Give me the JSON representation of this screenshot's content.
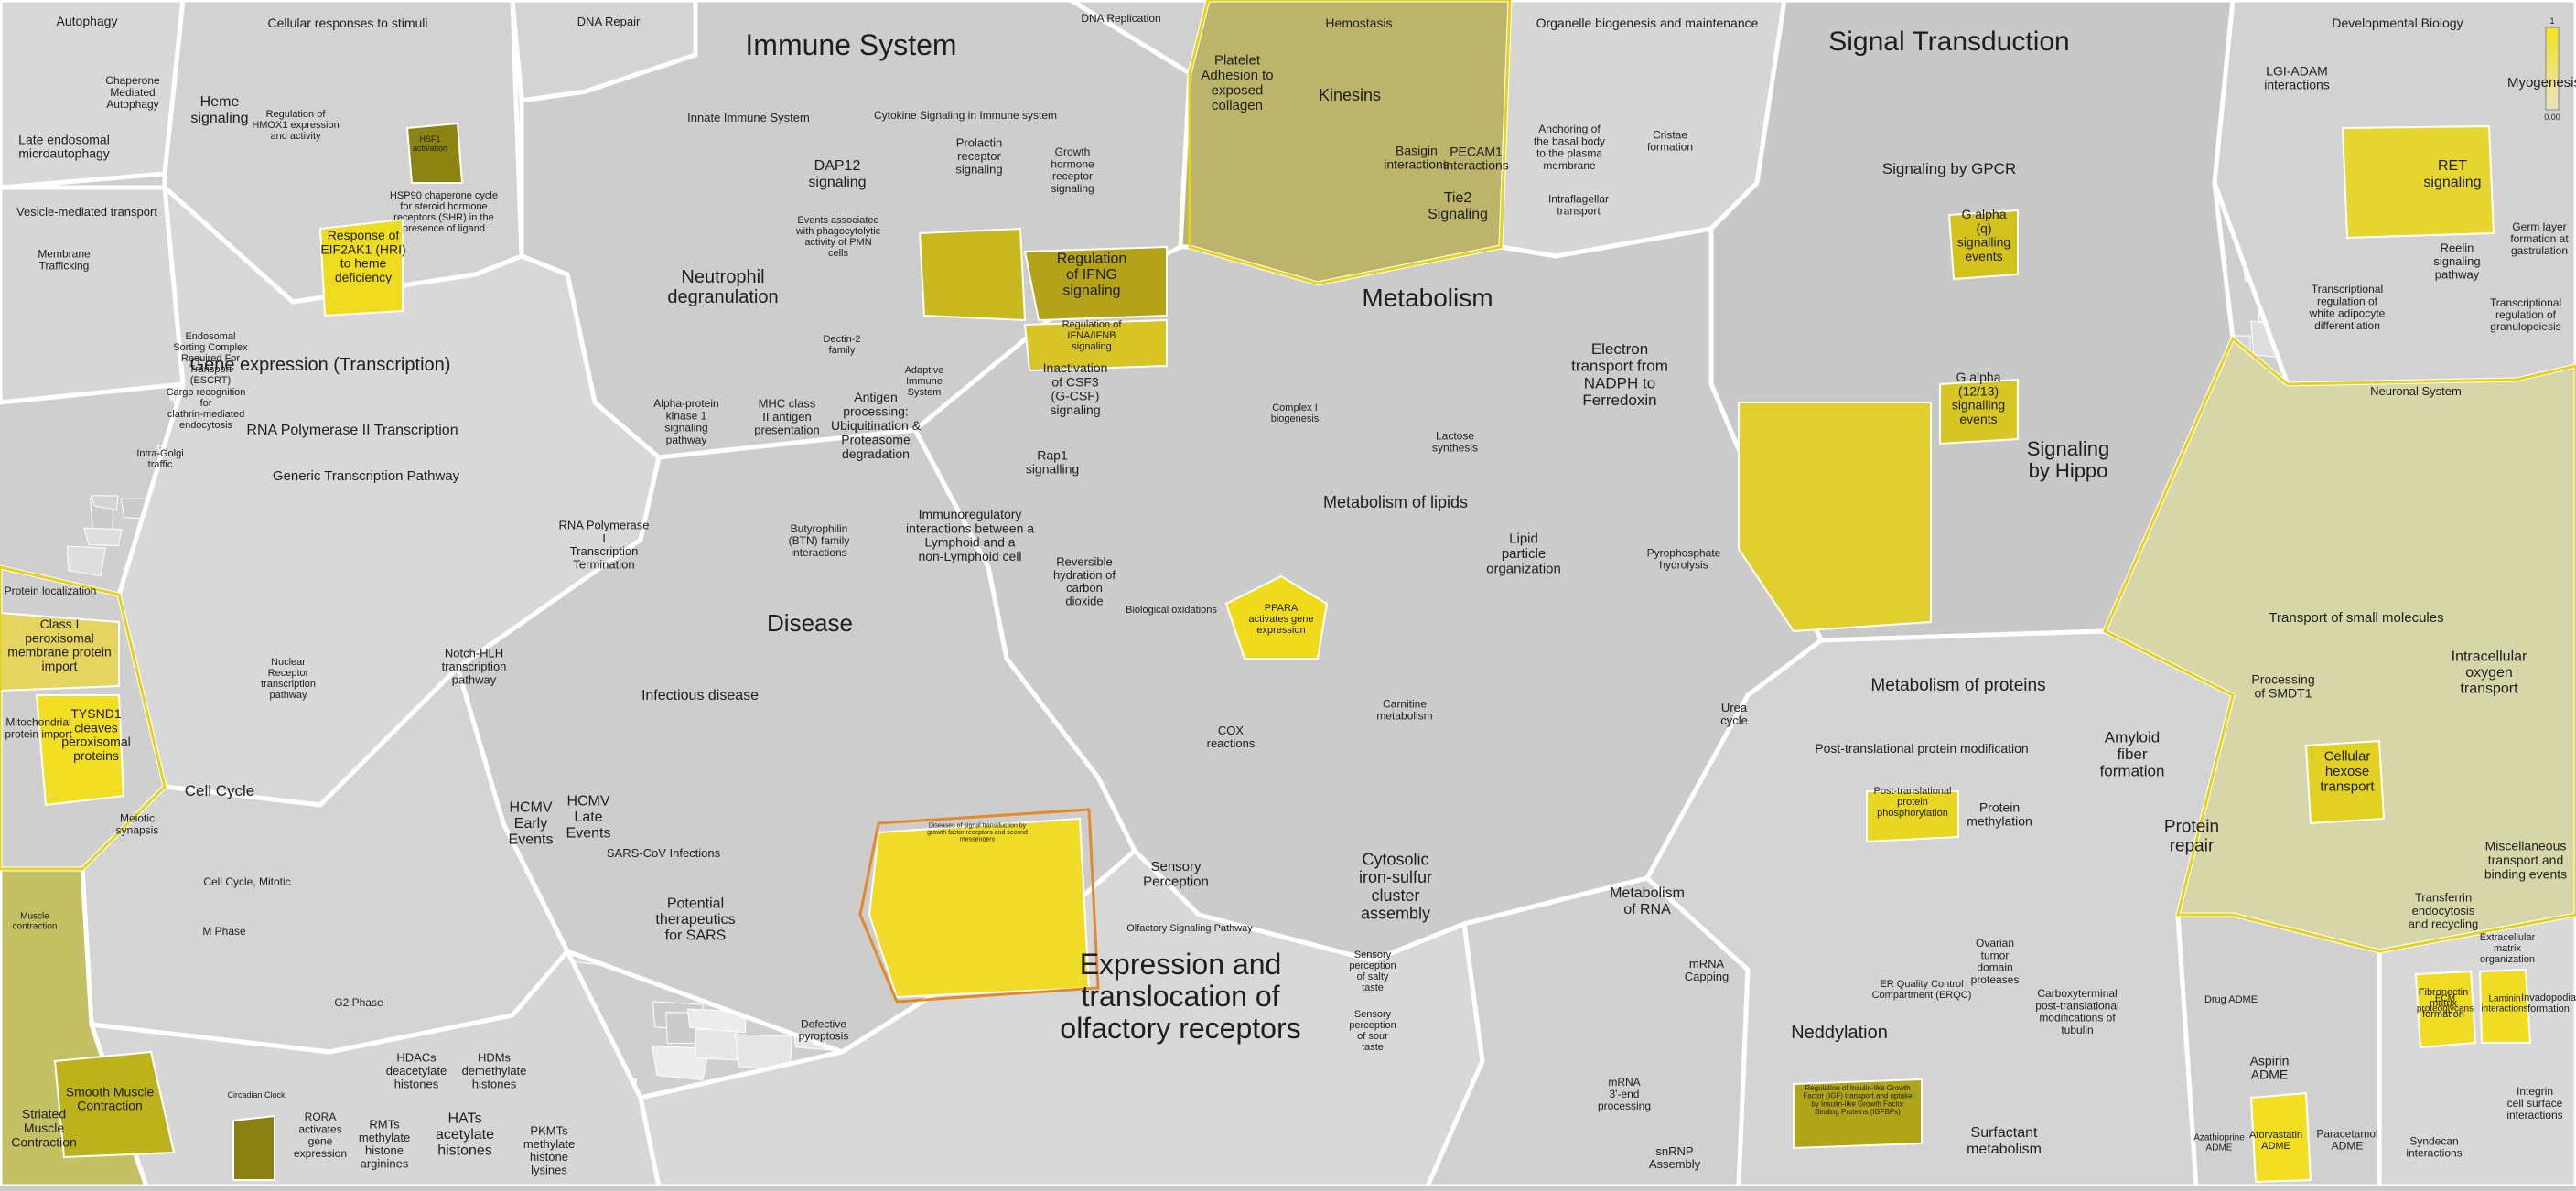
{
  "colors": {
    "background": "#c9c9c9",
    "cell_light": "#e6e6e6",
    "cell_mid": "#d6d6d6",
    "cell_dark": "#b9b9b9",
    "highlight_yellow": "#ecd826",
    "highlight_olive": "#b6a414",
    "outline_yellow": "#e4d21e",
    "outline_orange": "#e08a2c",
    "border": "#ffffff"
  },
  "legend": {
    "max_label": "1",
    "min_label": "0.00"
  },
  "sections": {
    "autophagy": "Autophagy",
    "cellular_responses": "Cellular responses to stimuli",
    "dna_repair": "DNA Repair",
    "immune_system": "Immune System",
    "dna_replication": "DNA Replication",
    "hemostasis": "Hemostasis",
    "organelle_biogenesis": "Organelle biogenesis and maintenance",
    "signal_transduction": "Signal Transduction",
    "developmental_biology": "Developmental Biology",
    "vesicle_transport": "Vesicle-mediated transport",
    "gene_expression": "Gene expression (Transcription)",
    "metabolism": "Metabolism",
    "disease": "Disease",
    "protein_localization": "Protein localization",
    "cell_cycle": "Cell Cycle",
    "muscle_contraction": "Muscle contraction",
    "circadian_clock": "Circadian Clock",
    "transport_small": "Transport of small molecules",
    "metabolism_proteins": "Metabolism of proteins",
    "metabolism_lipids": "Metabolism of lipids",
    "sensory": "Sensory Perception",
    "olfactory": "Expression and translocation of olfactory receptors",
    "neddylation": "Neddylation",
    "drug_adme": "Drug ADME",
    "neuronal_system": "Neuronal System",
    "extracellular_matrix": "Extracellular matrix organization",
    "metabolism_rna": "Metabolism of RNA"
  },
  "labels": {
    "late_endosomal": "Late endosomal microautophagy",
    "chaperone_autophagy": "Chaperone Mediated Autophagy",
    "heme_signaling": "Heme signaling",
    "hmox1": "Regulation of HMOX1 expression and activity",
    "hsp90": "HSP90 chaperone cycle for steroid hormone receptors (SHR) in the presence of ligand",
    "eif2ak1": "Response of EIF2AK1 (HRI) to heme deficiency",
    "hsf1": "HSF1 activation",
    "membrane_trafficking": "Membrane Trafficking",
    "escrt": "Endosomal Sorting Complex Required For Transport (ESCRT)",
    "cargo_recognition": "Cargo recognition for clathrin-mediated endocytosis",
    "intra_golgi": "Intra-Golgi traffic",
    "innate_immune": "Innate Immune System",
    "cytokine_signaling": "Cytokine Signaling in Immune system",
    "dap12": "DAP12 signaling",
    "neutrophil": "Neutrophil degranulation",
    "pmn_cells": "Events associated with phagocytolytic activity of PMN cells",
    "prolactin": "Prolactin receptor signaling",
    "growth_hormone": "Growth hormone receptor signaling",
    "ifng": "Regulation of IFNG signaling",
    "ifna": "Regulation of IFNA/IFNB signaling",
    "csf3": "Inactivation of CSF3 (G-CSF) signaling",
    "platelet_adhesion": "Platelet Adhesion to exposed collagen",
    "kinesins": "Kinesins",
    "basigin": "Basigin interactions",
    "pecam1": "PECAM1 interactions",
    "tie2": "Tie2 Signaling",
    "anchoring_basal_body": "Anchoring of the basal body to the plasma membrane",
    "cristae": "Cristae formation",
    "intraflagellar": "Intraflagellar transport",
    "lgi_adam": "LGI-ADAM interactions",
    "myogenesis": "Myogenesis",
    "ret_signaling": "RET signaling",
    "reelin": "Reelin signaling pathway",
    "germ_layer": "Germ layer formation at gastrulation",
    "white_adipocyte": "Transcriptional regulation of white adipocyte differentiation",
    "granulopoiesis": "Transcriptional regulation of granulopoiesis",
    "signaling_gpcr": "Signaling by GPCR",
    "g_alpha_q": "G alpha (q) signalling events",
    "g_alpha_12": "G alpha (12/13) signalling events",
    "hippo": "Signaling by Hippo",
    "rna_pol_ii": "RNA Polymerase II Transcription",
    "generic_transcription": "Generic Transcription Pathway",
    "rna_pol_i": "RNA Polymerase I Transcription Termination",
    "notch_hlh": "Notch-HLH transcription pathway",
    "nuclear_receptor": "Nuclear Receptor transcription pathway",
    "dectin2": "Dectin-2 family",
    "adaptive_immune": "Adaptive Immune System",
    "mhc_class_ii": "MHC class II antigen presentation",
    "antigen_processing": "Antigen processing: Ubiquitination & Proteasome degradation",
    "butyrophilin": "Butyrophilin (BTN) family interactions",
    "immunoregulatory": "Immunoregulatory interactions between a Lymphoid and a non-Lymphoid cell",
    "rap1": "Rap1 signalling",
    "alpha_protein_kinase": "Alpha-protein kinase 1 signaling pathway",
    "electron_transport": "Electron transport from NADPH to Ferredoxin",
    "complex_i": "Complex I biogenesis",
    "lactose": "Lactose synthesis",
    "pyrophosphate": "Pyrophosphate hydrolysis",
    "lipid_particle": "Lipid particle organization",
    "ppara": "PPARA activates gene expression",
    "reversible_hydration": "Reversible hydration of carbon dioxide",
    "biological_oxidations": "Biological oxidations",
    "infectious_disease": "Infectious disease",
    "hcmv_early": "HCMV Early Events",
    "hcmv_late": "HCMV Late Events",
    "sars_infections": "SARS-CoV Infections",
    "potential_therapeutics": "Potential therapeutics for SARS",
    "defective_pyroptosis": "Defective pyroptosis",
    "signal_transduction_disease": "Diseases of signal transduction by growth factor receptors and second messengers",
    "class_i_peroxisomal": "Class I peroxisomal membrane protein import",
    "mitochondrial_import": "Mitochondrial protein import",
    "tysnd1": "TYSND1 cleaves peroxisomal proteins",
    "meiotic_synapsis": "Meiotic synapsis",
    "cell_cycle_mitotic": "Cell Cycle, Mitotic",
    "m_phase": "M Phase",
    "g2_phase": "G2 Phase",
    "smooth_muscle": "Smooth Muscle Contraction",
    "striated_muscle": "Striated Muscle Contraction",
    "hdacs": "HDACs deacetylate histones",
    "hdms": "HDMs demethylate histones",
    "rmts": "RMTs methylate histone arginines",
    "hats": "HATs acetylate histones",
    "pkmts": "PKMTs methylate histone lysines",
    "rora": "RORA activates gene expression",
    "cox_reactions": "COX reactions",
    "carnitine": "Carnitine metabolism",
    "urea_cycle": "Urea cycle",
    "iron_sulfur": "Cytosolic iron-sulfur cluster assembly",
    "mrna_capping": "mRNA Capping",
    "mrna_3end": "mRNA 3'-end processing",
    "snrnp": "snRNP Assembly",
    "ptm": "Post-translational protein modification",
    "protein_phosphorylation": "Post-translational protein phosphorylation",
    "protein_methylation": "Protein methylation",
    "amyloid": "Amyloid fiber formation",
    "protein_repair": "Protein repair",
    "erqc": "ER Quality Control Compartment (ERQC)",
    "ovarian_tumor": "Ovarian tumor domain proteases",
    "carboxyterminal": "Carboxyterminal post-translational modifications of tubulin",
    "igf": "Regulation of Insulin-like Growth Factor (IGF) transport and uptake by Insulin-like Growth Factor Binding Proteins (IGFBPs)",
    "surfactant": "Surfactant metabolism",
    "smdt1": "Processing of SMDT1",
    "intracellular_oxygen": "Intracellular oxygen transport",
    "hexose": "Cellular hexose transport",
    "misc_transport": "Miscellaneous transport and binding events",
    "transferrin": "Transferrin endocytosis and recycling",
    "aspirin": "Aspirin ADME",
    "atorvastatin": "Atorvastatin ADME",
    "paracetamol": "Paracetamol ADME",
    "azathioprine": "Azathioprine ADME",
    "syndecan": "Syndecan interactions",
    "integrin": "Integrin cell surface interactions",
    "ecm_proteoglycans": "ECM proteoglycans",
    "laminin": "Laminin interactions",
    "fibronectin": "Fibronectin matrix formation",
    "invadopodia": "Invadopodia formation",
    "olfactory_pathway": "Olfactory Signaling Pathway",
    "salty": "Sensory perception of salty taste",
    "sour": "Sensory perception of sour taste"
  }
}
